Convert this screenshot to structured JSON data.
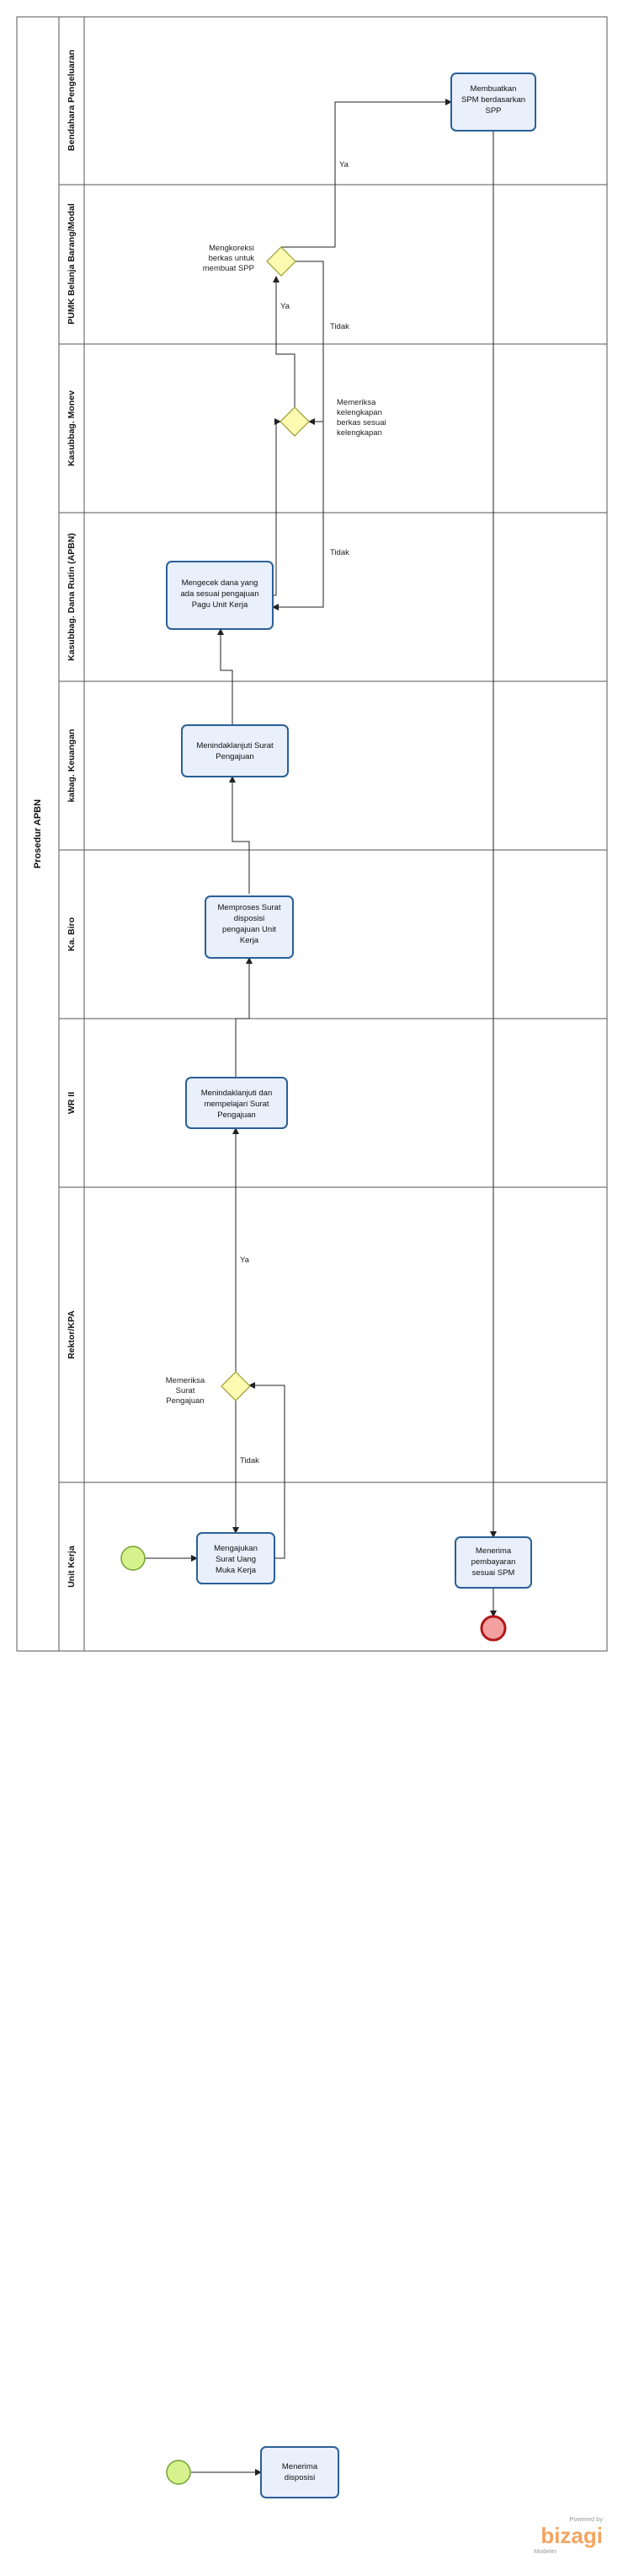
{
  "pool": {
    "label": "Prosedur APBN"
  },
  "lanes": [
    {
      "label": "Bendahara Pengeluaran"
    },
    {
      "label": "PUMK Belanja Barang/Modal"
    },
    {
      "label": "Kasubbag. Monev"
    },
    {
      "label": "Kasubbag. Dana Rutin (APBN)"
    },
    {
      "label": "kabag. Keuangan"
    },
    {
      "label": "Ka. Biro"
    },
    {
      "label": "WR II"
    },
    {
      "label": "Rektor/KPA"
    },
    {
      "label": "Unit Kerja"
    }
  ],
  "tasks": {
    "spm": [
      "Membuatkan",
      "SPM berdasarkan",
      "SPP"
    ],
    "mengecek": [
      "Mengecek dana yang",
      "ada sesuai pengajuan",
      "Pagu Unit Kerja"
    ],
    "kabag": [
      "Menindaklanjuti Surat",
      "Pengajuan"
    ],
    "kabiro": [
      "Memproses Surat",
      "disposisi",
      "pengajuan Unit",
      "Kerja"
    ],
    "wr2": [
      "Menindaklanjuti dan",
      "mempelajari Surat",
      "Pengajuan"
    ],
    "mengajukan": [
      "Mengajukan",
      "Surat Uang",
      "Muka Kerja"
    ],
    "menerima_bayar": [
      "Menerima",
      "pembayaran",
      "sesuai SPM"
    ],
    "menerima_disposisi": [
      "Menerima",
      "disposisi"
    ]
  },
  "gateways": {
    "pumk": [
      "Mengkoreksi",
      "berkas untuk",
      "membuat SPP"
    ],
    "monev": [
      "Memeriksa",
      "kelengkapan",
      "berkas sesuai",
      "kelengkapan"
    ],
    "rektor": [
      "Memeriksa",
      "Surat",
      "Pengajuan"
    ]
  },
  "flow_labels": {
    "ya_spm": "Ya",
    "ya_monev": "Ya",
    "tidak_pumk": "Tidak",
    "tidak_monev": "Tidak",
    "ya_rektor": "Ya",
    "tidak_rektor": "Tidak"
  },
  "branding": {
    "powered_by": "Powered by",
    "name": "bizagi",
    "product": "Modeler"
  },
  "colors": {
    "task_fill": "#e9effb",
    "task_stroke": "#2a6099",
    "gateway_fill": "#fdfbb1",
    "start_fill": "#d6f28c",
    "end_fill": "#f2a0a0",
    "brand": "#f2a561"
  }
}
